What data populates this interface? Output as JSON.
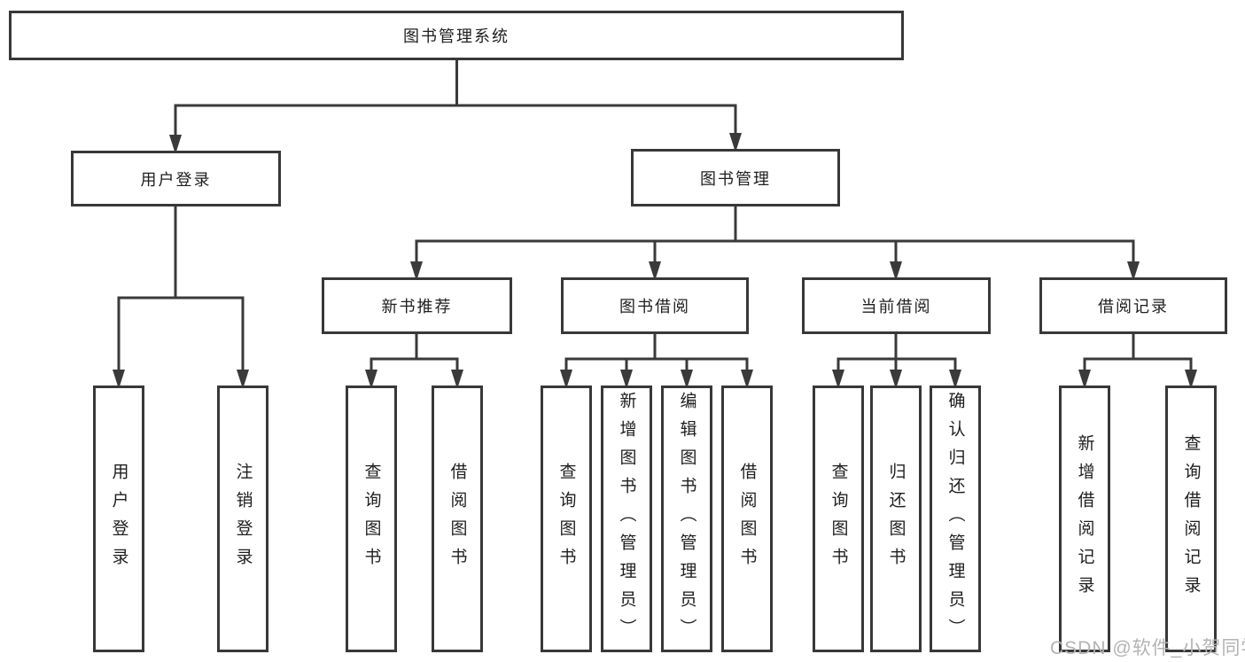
{
  "tree": {
    "root": "图书管理系统",
    "branches": [
      {
        "label": "用户登录",
        "children": [
          "用户登录",
          "注销登录"
        ]
      },
      {
        "label": "图书管理",
        "children": [
          {
            "label": "新书推荐",
            "children": [
              "查询图书",
              "借阅图书"
            ]
          },
          {
            "label": "图书借阅",
            "children": [
              "查询图书",
              "新增图书（管理员）",
              "编辑图书（管理员）",
              "借阅图书"
            ]
          },
          {
            "label": "当前借阅",
            "children": [
              "查询图书",
              "归还图书",
              "确认归还（管理员）"
            ]
          },
          {
            "label": "借阅记录",
            "children": [
              "新增借阅记录",
              "查询借阅记录"
            ]
          }
        ]
      }
    ]
  },
  "watermark": "CSDN @软件_小贺同学",
  "colors": {
    "line": "#3a3a3a",
    "border": "#383838",
    "text": "#1e1e1e",
    "watermark": "#b3b3b3",
    "background": "#ffffff"
  }
}
